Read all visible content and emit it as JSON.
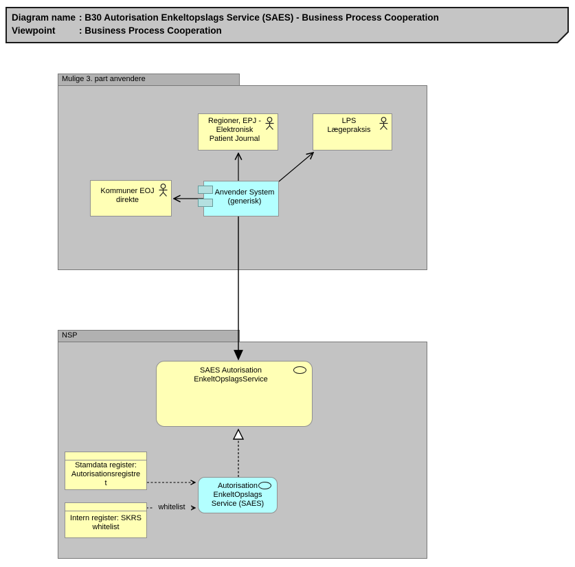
{
  "title": {
    "rows": [
      {
        "label": "Diagram name",
        "value": ": B30 Autorisation Enkeltopslags Service (SAES) - Business Process Cooperation"
      },
      {
        "label": "Viewpoint",
        "value": ": Business Process Cooperation"
      }
    ]
  },
  "groups": {
    "third_party": {
      "label": "Mulige 3. part anvendere"
    },
    "nsp": {
      "label": "NSP"
    }
  },
  "nodes": {
    "regioner": {
      "label": "Regioner, EPJ -\nElektronisk\nPatient Journal",
      "type": "business-actor"
    },
    "lps": {
      "label": "LPS\nLægepraksis",
      "type": "business-actor"
    },
    "kommuner": {
      "label": "Kommuner EOJ\ndirekte",
      "type": "business-actor"
    },
    "anvender": {
      "label": "Anvender System\n(generisk)",
      "type": "application-component"
    },
    "saes_service": {
      "label": "SAES Autorisation\nEnkeltOpslagsService",
      "type": "application-service"
    },
    "stamdata": {
      "label": "Stamdata register:\nAutorisationsregistre\nt",
      "type": "business-object"
    },
    "intern": {
      "label": "Intern register: SKRS\nwhitelist",
      "type": "business-object"
    },
    "autorisation": {
      "label": "Autorisation\nEnkeltOpslags\nService (SAES)",
      "type": "application-service"
    }
  },
  "edges": {
    "whitelist_label": "whitelist"
  },
  "icons": {
    "actor": "stick-figure",
    "component": "two-protruding-rectangles",
    "service": "oval-outline"
  },
  "colors": {
    "node_yellow": "#ffffb5",
    "node_cyan": "#b3ffff",
    "group_body": "#c3c3c3",
    "group_tab": "#b1b1b1",
    "note_fill": "#c5c5c5",
    "line": "#000000"
  }
}
